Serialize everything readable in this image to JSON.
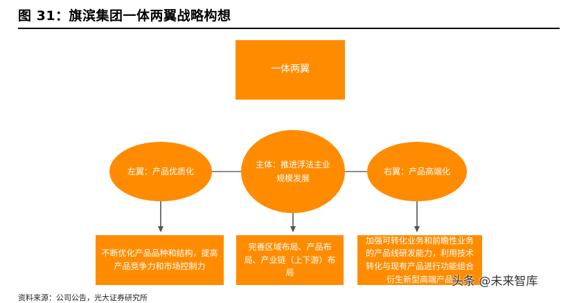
{
  "figure": {
    "title": "图 31：旗滨集团一体两翼战略构想",
    "source": "资料来源：公司公告，光大证券研究所"
  },
  "diagram": {
    "top": "一体两翼",
    "left": "左翼：产品优质化",
    "center": "主体：推进浮法主业规模发展",
    "right": "右翼：产品高端化",
    "left_detail": "不断优化产品品种和结构，提高产品竞争力和市场控制力",
    "center_detail": "完善区域布局、产品布局、产业链（上下游）布局",
    "right_detail": "加强可转化业务和前瞻性业务的产品线研发能力，利用技术转化与现有产品进行功能组合衍生新型高端产品"
  },
  "colors": {
    "node": "#ff8c00",
    "connector": "#666666"
  },
  "watermark": "头条 @未来智库"
}
